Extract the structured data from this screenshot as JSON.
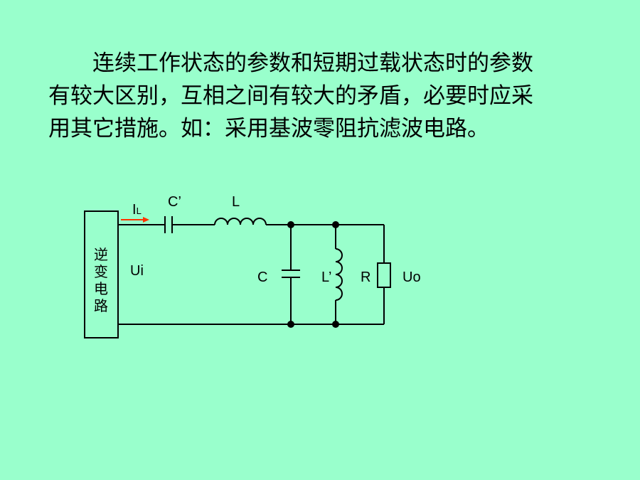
{
  "paragraph": {
    "line1": "连续工作状态的参数和短期过载状态时的参数",
    "line2": "有较大区别，互相之间有较大的矛盾，必要时应采",
    "line3": "用其它措施。如：采用基波零阻抗滤波电路。"
  },
  "diagram": {
    "inverter_box_label": [
      "逆",
      "变",
      "电",
      "路"
    ],
    "current_label": "I",
    "current_subscript": "L",
    "series_capacitor_label": "C’",
    "series_inductor_label": "L",
    "input_voltage_label": "Ui",
    "shunt_capacitor_label": "C",
    "shunt_inductor_label": "L’",
    "load_resistor_label": "R",
    "output_voltage_label": "Uo",
    "arrow_color": "#FF3300"
  }
}
